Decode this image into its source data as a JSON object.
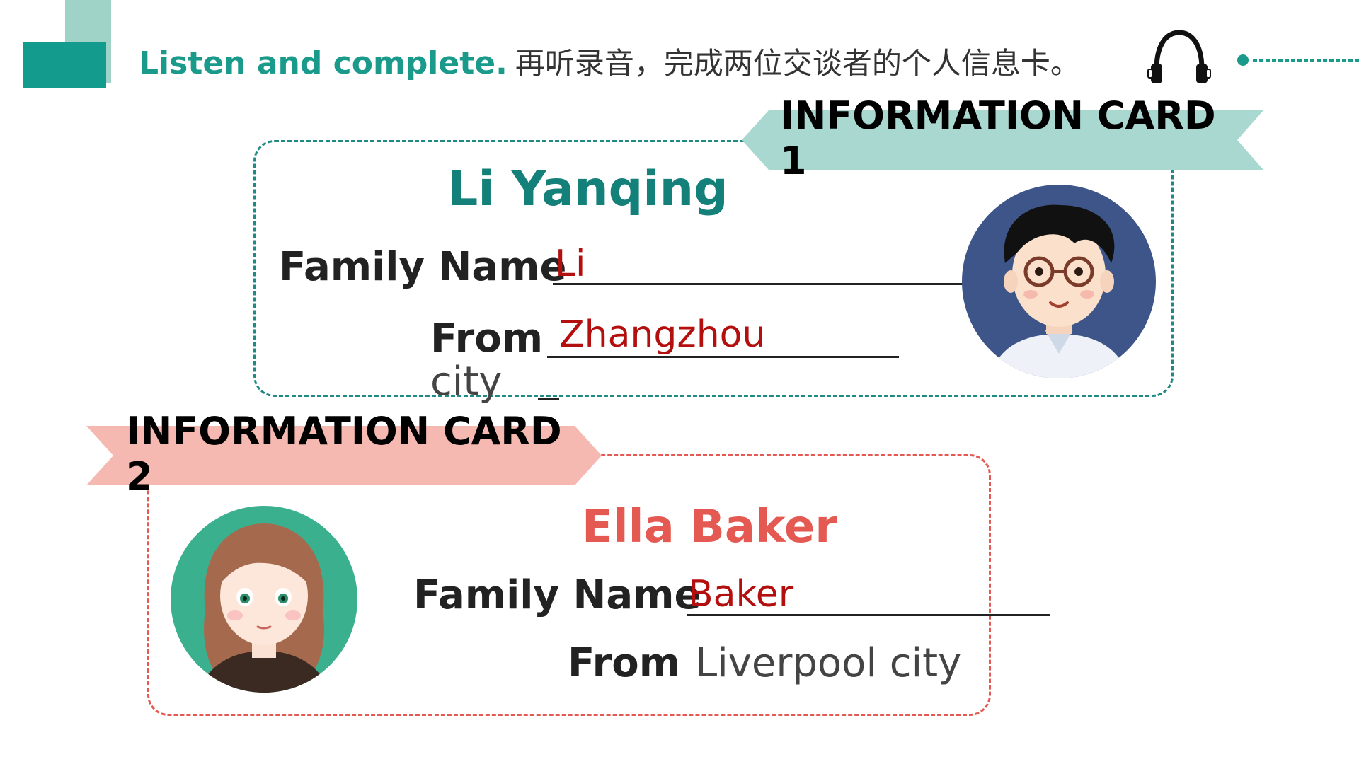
{
  "header": {
    "instruction_en": "Listen and complete.",
    "instruction_zh": "再听录音，完成两位交谈者的个人信息卡。",
    "icon": "headphones-icon",
    "colors": {
      "teal": "#1a9a8a",
      "teal_light": "#9fd3c7"
    }
  },
  "card1": {
    "ribbon_title": "INFORMATION CARD 1",
    "name": "Li Yanqing",
    "family_name_label": "Family Name",
    "family_name_value": "Li",
    "from_label": "From",
    "from_value": "Zhangzhou",
    "from_suffix": "city",
    "avatar": "boy-with-glasses-avatar",
    "colors": {
      "border": "#1f8a84",
      "ribbon": "#a8d8d0",
      "name": "#138079"
    }
  },
  "card2": {
    "ribbon_title": "INFORMATION CARD 2",
    "name": "Ella Baker",
    "family_name_label": "Family Name",
    "family_name_value": "Baker",
    "from_label": "From",
    "from_value": "Liverpool city",
    "avatar": "girl-avatar",
    "colors": {
      "border": "#e45a52",
      "ribbon": "#f6b9b1",
      "name": "#e45a52"
    }
  },
  "answer_color": "#b40f0f"
}
